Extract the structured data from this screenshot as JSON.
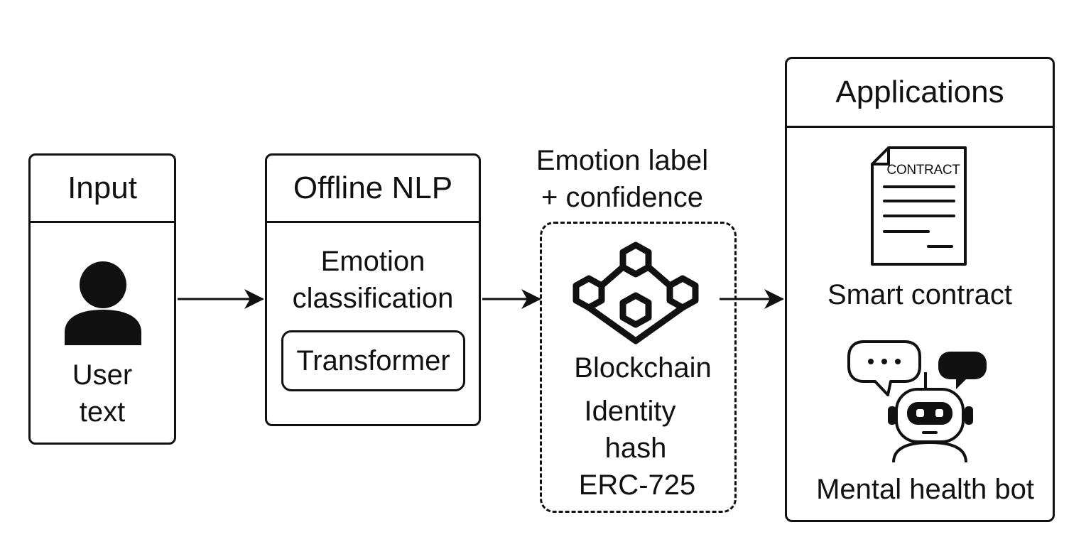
{
  "input": {
    "title": "Input",
    "line1": "User",
    "line2": "text",
    "icon": "user-icon"
  },
  "nlp": {
    "title": "Offline NLP",
    "line1": "Emotion",
    "line2": "classification",
    "model": "Transformer"
  },
  "blockchain": {
    "caption_line1": "Emotion label",
    "caption_line2": "+ confidence",
    "label": "Blockchain",
    "id_line1": "Identity",
    "id_line2": "hash",
    "id_line3": "ERC-725",
    "icon": "blockchain-network-icon"
  },
  "applications": {
    "title": "Applications",
    "contract_doc_text": "CONTRACT",
    "contract_label": "Smart contract",
    "bot_label": "Mental health bot",
    "icons": [
      "contract-document-icon",
      "chatbot-robot-icon"
    ]
  }
}
